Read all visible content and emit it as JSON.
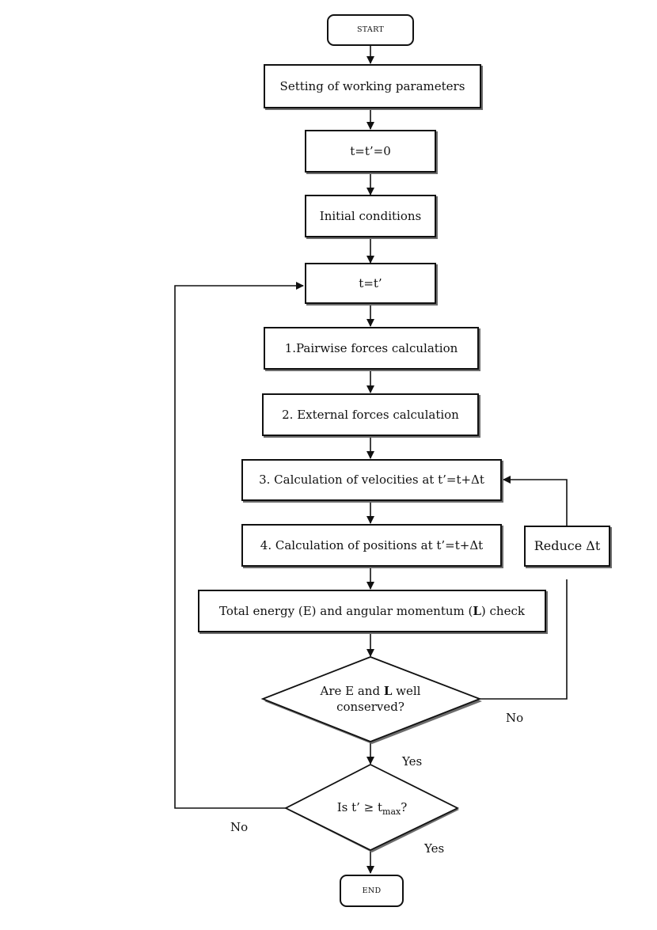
{
  "nodes": {
    "start": "START",
    "setting": "Setting of working parameters",
    "t_init": "t=t’=0",
    "initial": "Initial conditions",
    "t_update": "t=t’",
    "pairwise": "1.Pairwise forces calculation",
    "external": "2. External forces calculation",
    "velocities": "3. Calculation of velocities at t’=t+Δt",
    "positions": "4. Calculation of positions at t’=t+Δt",
    "energy_check": {
      "part1": "Total energy  (E) and angular momentum (",
      "bold": "L",
      "part2": ") check"
    },
    "reduce": "Reduce Δt",
    "conserved_question": {
      "part1": "Are E and ",
      "bold": "L",
      "part2": "  well",
      "line2": "conserved?"
    },
    "tmax_question": {
      "part1": "Is t’ ≥ t",
      "sub": "max",
      "part2": "?"
    },
    "end": "END"
  },
  "edge_labels": {
    "conserved_no": "No",
    "conserved_yes": "Yes",
    "tmax_no": "No",
    "tmax_yes": "Yes"
  }
}
